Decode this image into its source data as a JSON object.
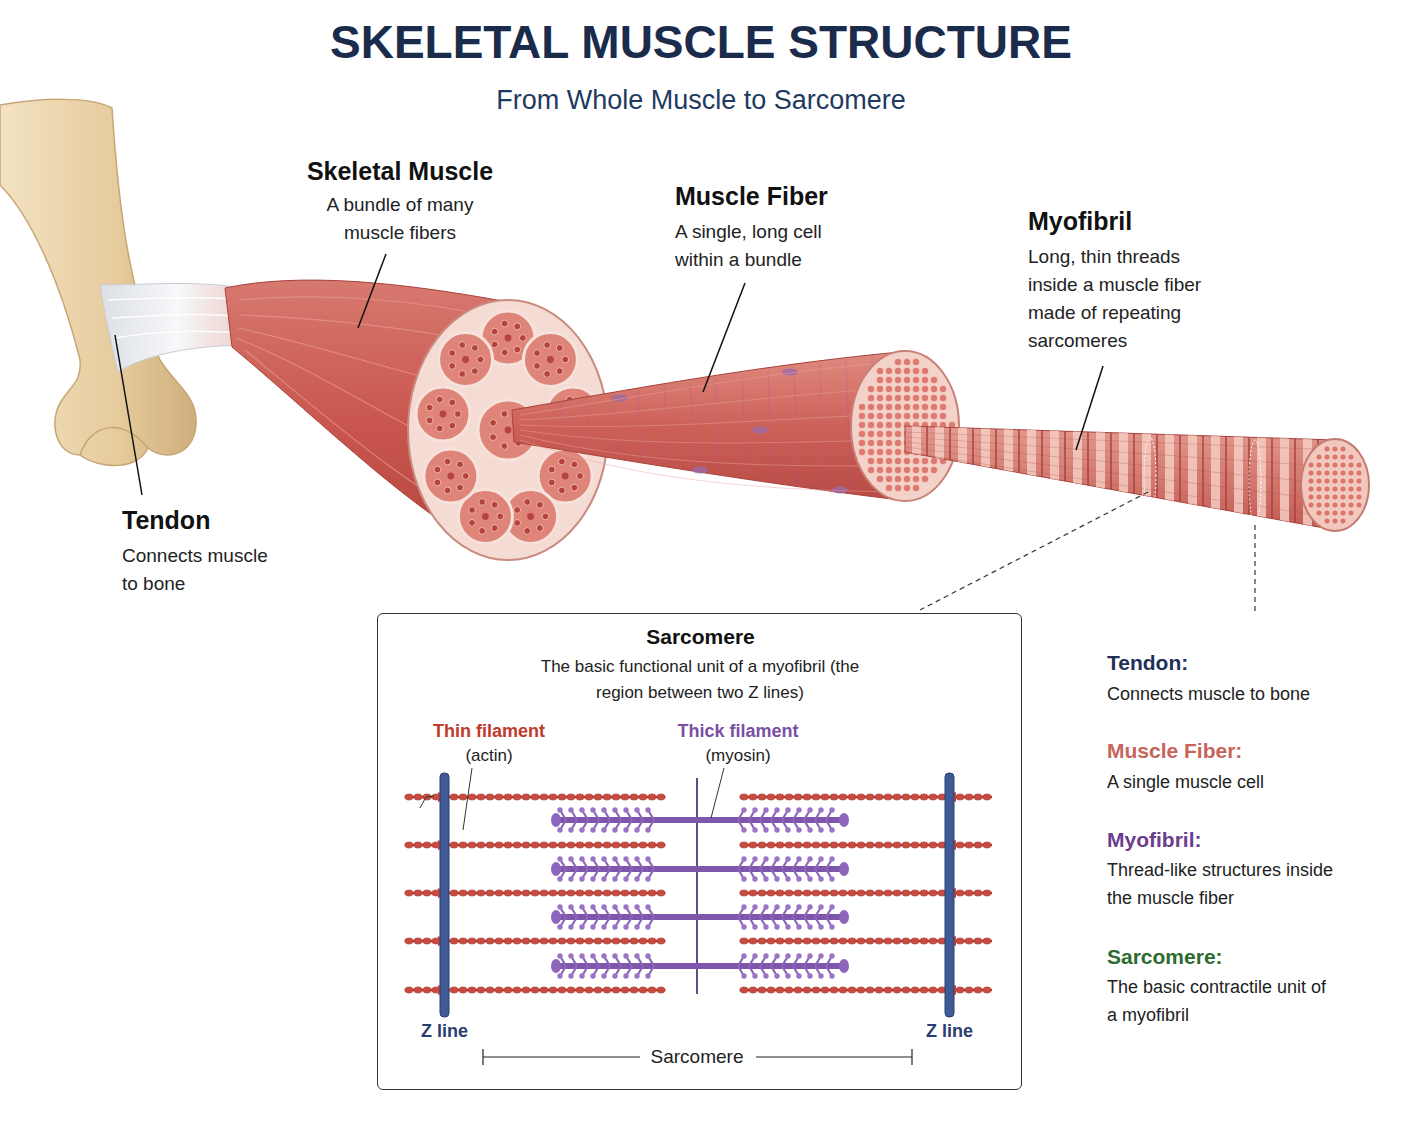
{
  "diagram": {
    "title": "SKELETAL MUSCLE STRUCTURE",
    "caption": "From Whole Muscle to Sarcomere",
    "nodes": [
      {
        "text": [
          "Sarcomere",
          "The basic functional unit of a myofibril (the region between two Z lines)"
        ]
      }
    ],
    "labels": [
      "Skeletal Muscle",
      "A bundle of many muscle fibers",
      "Muscle Fiber",
      "A single, long cell within a bundle",
      "Myofibril",
      "Long, thin threads inside a muscle fiber made of repeating sarcomeres",
      "Tendon",
      "Connects muscle to bone",
      "Thin filament",
      "(actin)",
      "Thick filament",
      "(myosin)",
      "Z line",
      "Z line",
      "Sarcomere",
      "Tendon:",
      "Connects muscle to bone",
      "Muscle Fiber:",
      "A single muscle cell",
      "Myofibril:",
      "Thread-like structures inside the muscle fiber",
      "Sarcomere:",
      "The basic contractile unit of a myofibril"
    ]
  }
}
